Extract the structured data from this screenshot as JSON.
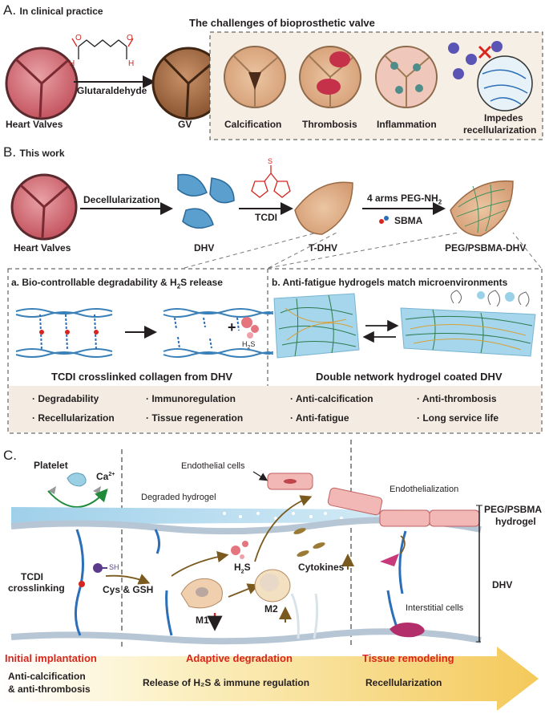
{
  "section_a": {
    "letter": "A.",
    "title": "In clinical practice",
    "challenges_title": "The challenges of bioprosthetic valve",
    "arrow_label": "Glutaraldehyde",
    "heart_valves": "Heart Valves",
    "gv": "GV",
    "challenges": [
      "Calcification",
      "Thrombosis",
      "Inflammation",
      "Impedes",
      "recellularization"
    ],
    "molecule_o1": "O",
    "molecule_o2": "O",
    "molecule_h1": "H",
    "molecule_h2": "H"
  },
  "section_b": {
    "letter": "B.",
    "title": "This work",
    "heart_valves": "Heart Valves",
    "step1": "Decellularization",
    "dhv": "DHV",
    "step2": "TCDI",
    "tdhv": "T-DHV",
    "step3_line1": "4 arms PEG-NH",
    "step3_sub": "2",
    "step3_line2": "SBMA",
    "final": "PEG/PSBMA-DHV",
    "tcdi_s": "S",
    "box_a_title": "a. Bio-controllable degradability & H",
    "box_a_sub": "2",
    "box_a_title_end": "S release",
    "box_a_caption": "TCDI crosslinked collagen from DHV",
    "h2s_h": "H",
    "h2s_sub": "2",
    "h2s_s": "S",
    "plus": "+",
    "box_b_title": "b. Anti-fatigue hydrogels match microenvironments",
    "box_b_caption": "Double network hydrogel coated DHV",
    "features_a": [
      "· Degradability",
      "· Immunoregulation",
      "· Recellularization",
      "· Tissue regeneration"
    ],
    "features_b": [
      "· Anti-calcification",
      "· Anti-thrombosis",
      "· Anti-fatigue",
      "· Long service life"
    ]
  },
  "section_c": {
    "letter": "C.",
    "platelet": "Platelet",
    "ca": "Ca",
    "ca_sup": "2+",
    "endothelial_cells": "Endothelial cells",
    "degraded_hydrogel": "Degraded hydrogel",
    "endothelialization": "Endothelialization",
    "peg_label_1": "PEG/PSBMA",
    "peg_label_2": "hydrogel",
    "dhv_label": "DHV",
    "tcdi_1": "TCDI",
    "tcdi_2": "crosslinking",
    "sh": "SH",
    "cys_gsh": "Cys & GSH",
    "h2s_h": "H",
    "h2s_sub": "2",
    "h2s_s": "S",
    "cytokines": "Cytokines",
    "m1": "M1",
    "m2": "M2",
    "interstitial": "Interstitial cells",
    "phase1": "Initial implantation",
    "phase2": "Adaptive degradation",
    "phase3": "Tissue remodeling",
    "bottom1_line1": "Anti-calcification",
    "bottom1_line2": "& anti-thrombosis",
    "bottom2": "Release of H₂S & immune regulation",
    "bottom3": "Recellularization"
  }
}
